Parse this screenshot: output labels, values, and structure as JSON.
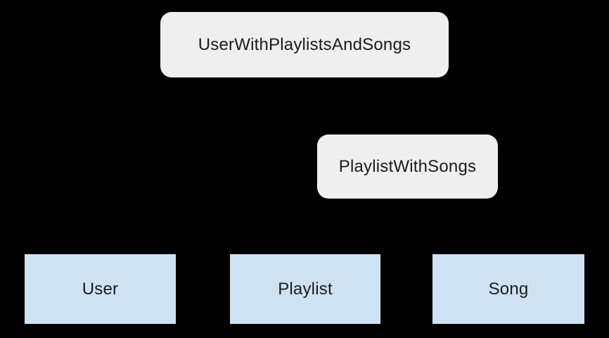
{
  "diagram": {
    "type": "entity-relationship-diagram",
    "colors": {
      "background": "#000000",
      "container_node_fill": "#efefef",
      "entity_node_fill": "#cfe2f3",
      "label_text": "#1b1b1b"
    },
    "nodes": {
      "user_with_playlists_and_songs": {
        "label": "UserWithPlaylistsAndSongs",
        "shape": "rounded-rectangle",
        "fill": "#efefef"
      },
      "playlist_with_songs": {
        "label": "PlaylistWithSongs",
        "shape": "rounded-rectangle",
        "fill": "#efefef"
      },
      "user": {
        "label": "User",
        "shape": "rectangle",
        "fill": "#cfe2f3"
      },
      "playlist": {
        "label": "Playlist",
        "shape": "rectangle",
        "fill": "#cfe2f3"
      },
      "song": {
        "label": "Song",
        "shape": "rectangle",
        "fill": "#cfe2f3"
      }
    }
  }
}
